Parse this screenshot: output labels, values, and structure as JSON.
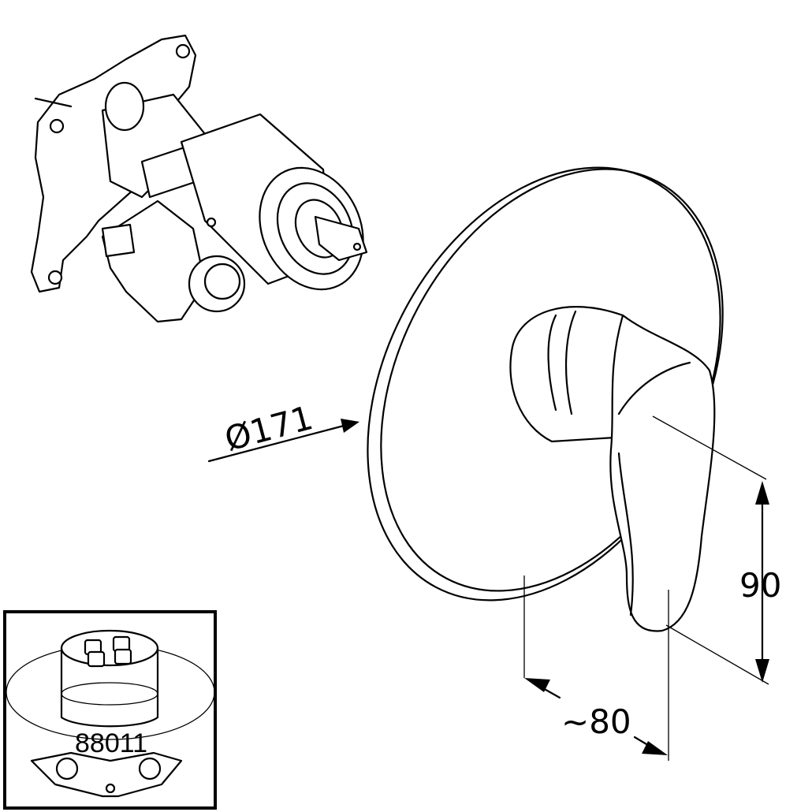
{
  "dimensions": {
    "diameter": "Ø171",
    "height": "90",
    "depth": "~80"
  },
  "inset": {
    "part_number": "88011"
  },
  "colors": {
    "line": "#000000",
    "background": "#ffffff"
  }
}
